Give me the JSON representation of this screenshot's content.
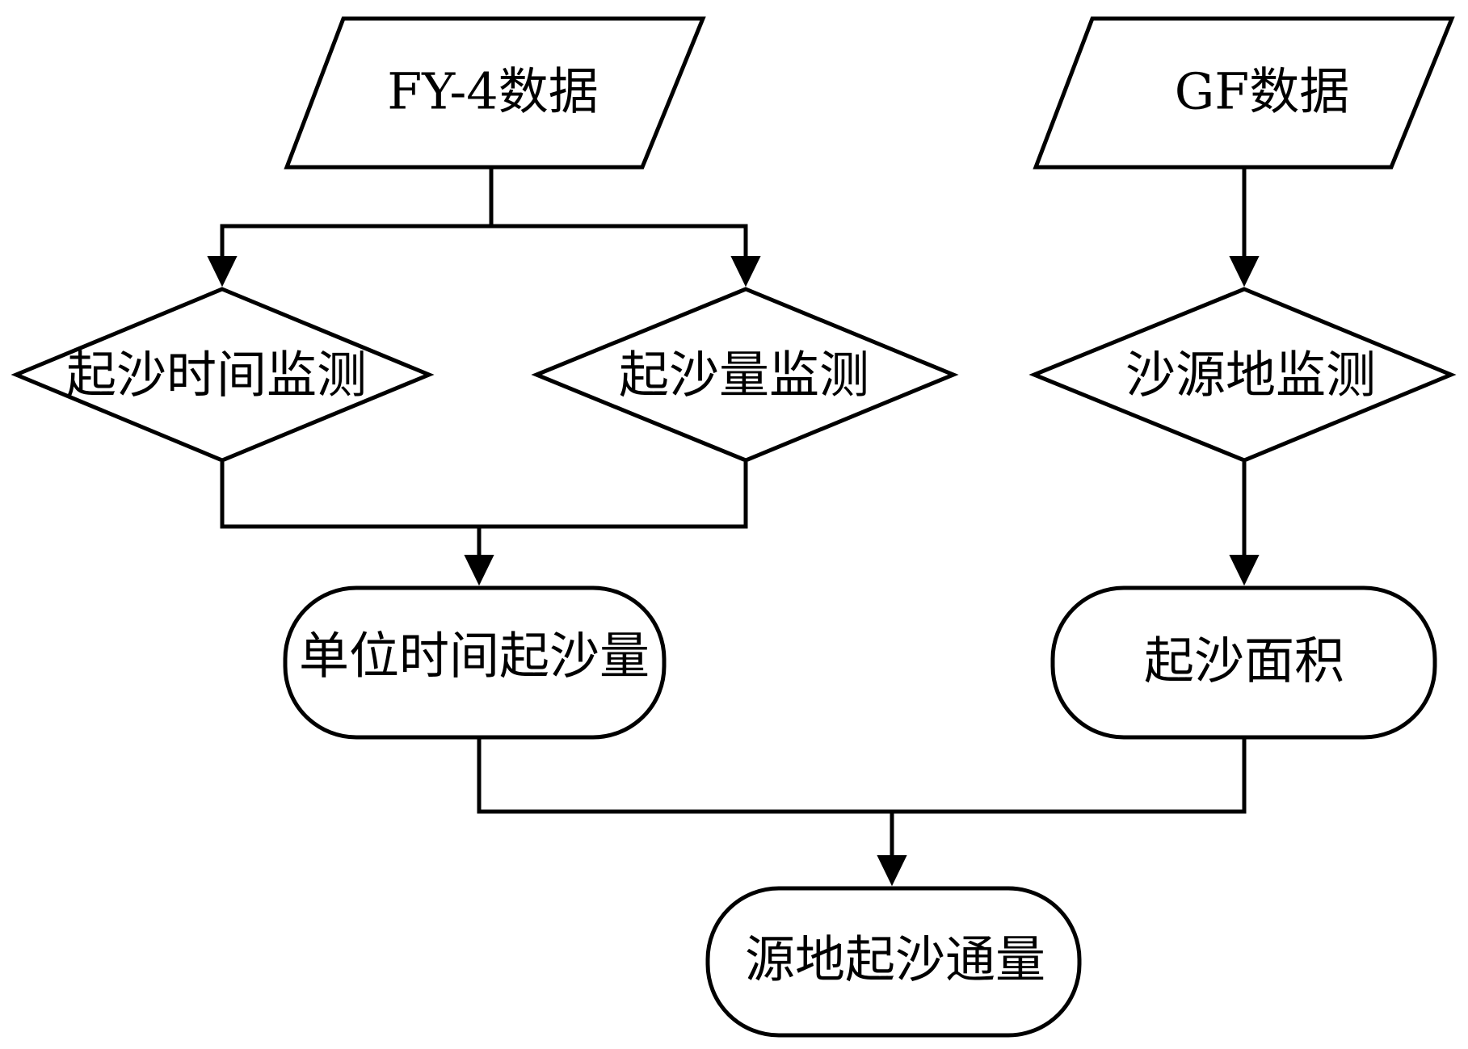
{
  "diagram": {
    "nodes": {
      "fy4_data": {
        "label": "FY-4数据",
        "shape": "parallelogram"
      },
      "gf_data": {
        "label": "GF数据",
        "shape": "parallelogram"
      },
      "sand_time_monitor": {
        "label": "起沙时间监测",
        "shape": "diamond"
      },
      "sand_amount_monitor": {
        "label": "起沙量监测",
        "shape": "diamond"
      },
      "sand_source_monitor": {
        "label": "沙源地监测",
        "shape": "diamond"
      },
      "unit_time_sand": {
        "label": "单位时间起沙量",
        "shape": "rounded-rect"
      },
      "sand_area": {
        "label": "起沙面积",
        "shape": "rounded-rect"
      },
      "source_sand_flux": {
        "label": "源地起沙通量",
        "shape": "rounded-rect"
      }
    },
    "edges": [
      {
        "from": "fy4_data",
        "to": "sand_time_monitor"
      },
      {
        "from": "fy4_data",
        "to": "sand_amount_monitor"
      },
      {
        "from": "gf_data",
        "to": "sand_source_monitor"
      },
      {
        "from": "sand_time_monitor",
        "to": "unit_time_sand"
      },
      {
        "from": "sand_amount_monitor",
        "to": "unit_time_sand"
      },
      {
        "from": "sand_source_monitor",
        "to": "sand_area"
      },
      {
        "from": "unit_time_sand",
        "to": "source_sand_flux"
      },
      {
        "from": "sand_area",
        "to": "source_sand_flux"
      }
    ]
  }
}
